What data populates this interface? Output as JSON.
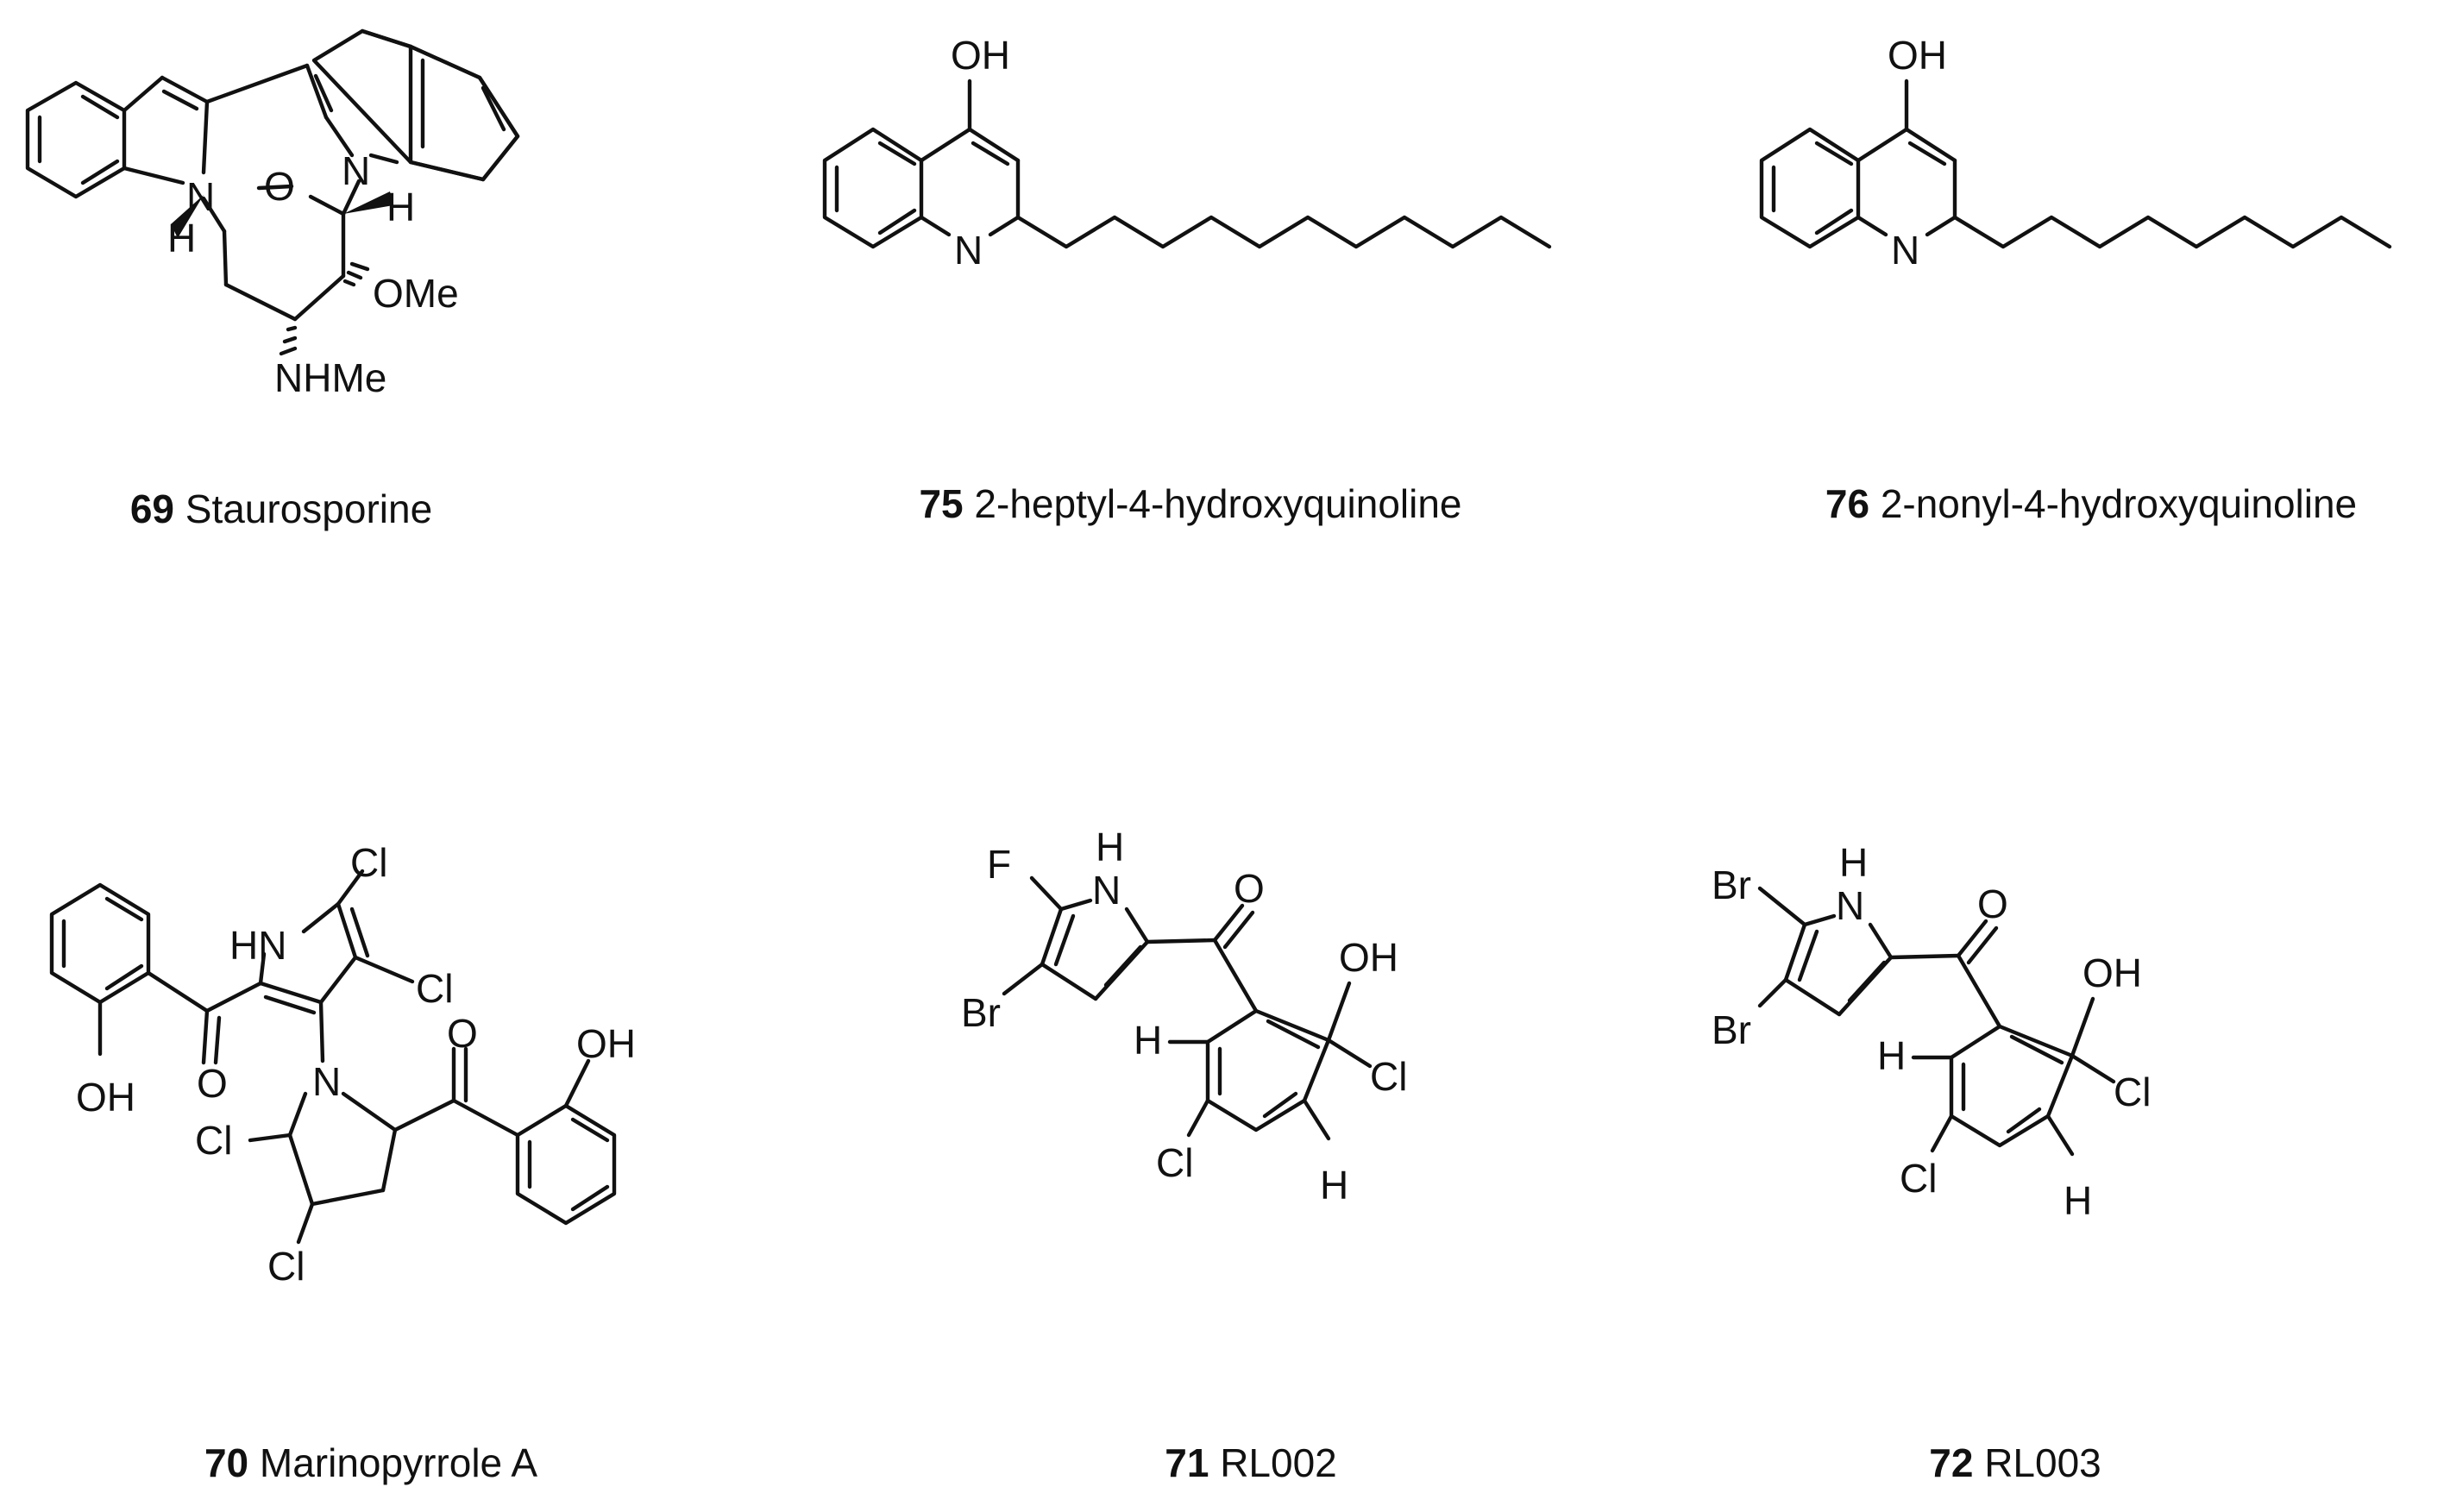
{
  "compounds": [
    {
      "id": "staurosporine",
      "number": "69",
      "name": "Staurosporine",
      "atoms": {
        "n1": "N",
        "n2": "N",
        "o": "O",
        "h1": "H",
        "h2": "H",
        "ome": "OMe",
        "nhme": "NHMe"
      }
    },
    {
      "id": "hhq7",
      "number": "75",
      "name": "2-heptyl-4-hydroxyquinoline",
      "atoms": {
        "oh": "OH",
        "n": "N"
      }
    },
    {
      "id": "hhq9",
      "number": "76",
      "name": "2-nonyl-4-hydroxyquinoline",
      "atoms": {
        "oh": "OH",
        "n": "N"
      }
    },
    {
      "id": "marinopyrrole",
      "number": "70",
      "name": "Marinopyrrole A",
      "atoms": {
        "hn": "HN",
        "cl1": "Cl",
        "cl2": "Cl",
        "cl3": "Cl",
        "cl4": "Cl",
        "oh1": "OH",
        "oh2": "OH",
        "o1": "O",
        "o2": "O",
        "n": "N"
      }
    },
    {
      "id": "rl002",
      "number": "71",
      "name": "RL002",
      "atoms": {
        "f": "F",
        "nh_h": "H",
        "nh_n": "N",
        "br": "Br",
        "o": "O",
        "oh": "OH",
        "h1": "H",
        "h2": "H",
        "cl1": "Cl",
        "cl2": "Cl"
      }
    },
    {
      "id": "rl003",
      "number": "72",
      "name": "RL003",
      "atoms": {
        "br1": "Br",
        "br2": "Br",
        "nh_h": "H",
        "nh_n": "N",
        "o": "O",
        "oh": "OH",
        "h1": "H",
        "h2": "H",
        "cl1": "Cl",
        "cl2": "Cl"
      }
    }
  ]
}
